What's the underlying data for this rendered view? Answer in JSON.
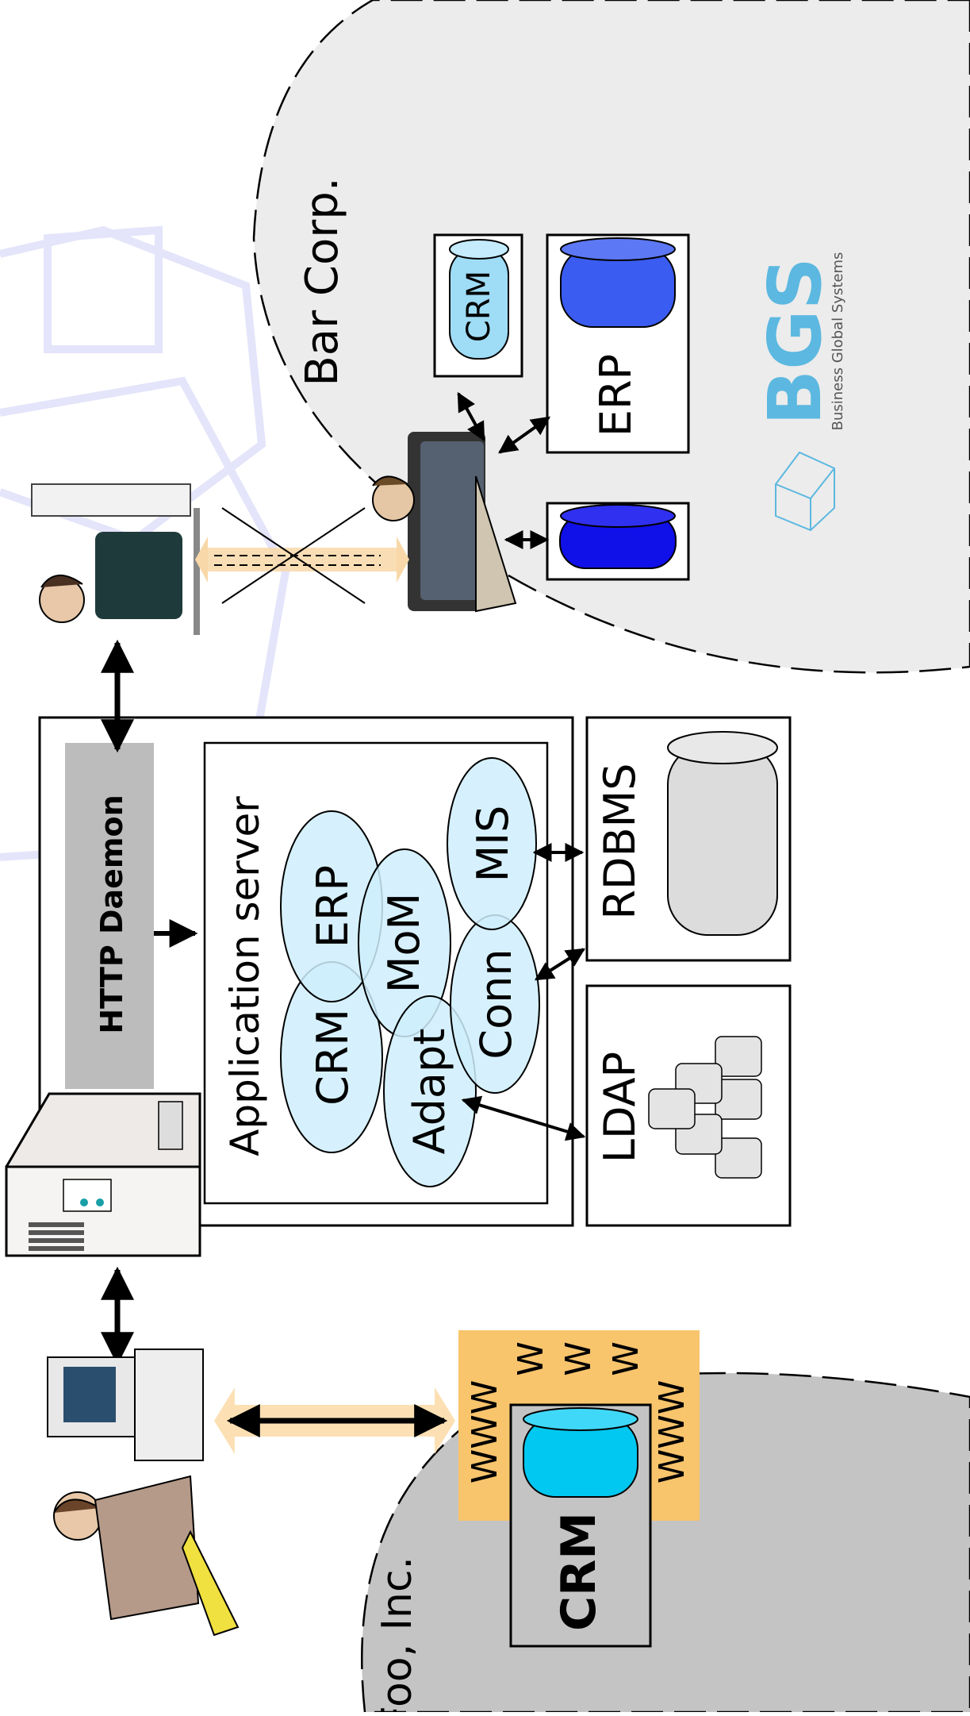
{
  "bar_corp": {
    "title": "Bar Corp.",
    "crm_db": "CRM",
    "erp_db": "ERP",
    "logo_letters": "BGS",
    "logo_subtitle": "Business Global Systems"
  },
  "server": {
    "http_daemon": "HTTP Daemon",
    "app_server": "Application server",
    "modules": [
      "CRM",
      "ERP",
      "MoM",
      "Adapt",
      "Conn",
      "MIS"
    ],
    "rdbms": "RDBMS",
    "ldap": "LDAP"
  },
  "foo_inc": {
    "title": "Foo, Inc.",
    "crm_box": "CRM",
    "www_top": "WWW",
    "www_mid": [
      "W",
      "W",
      "W"
    ],
    "www_bottom": "WWW"
  },
  "colors": {
    "ellipse_fill": "#cfeefd",
    "db_blue": "#3a5cf0",
    "db_blue_dark": "#1010e8",
    "db_cyan": "#00c8f0",
    "daemon_grey": "#bcbcbc",
    "www_orange": "#f8c46c",
    "bar_corp_region": "#ececec",
    "foo_region": "#c4c4c4",
    "bgs_blue": "#5cb8e0"
  }
}
